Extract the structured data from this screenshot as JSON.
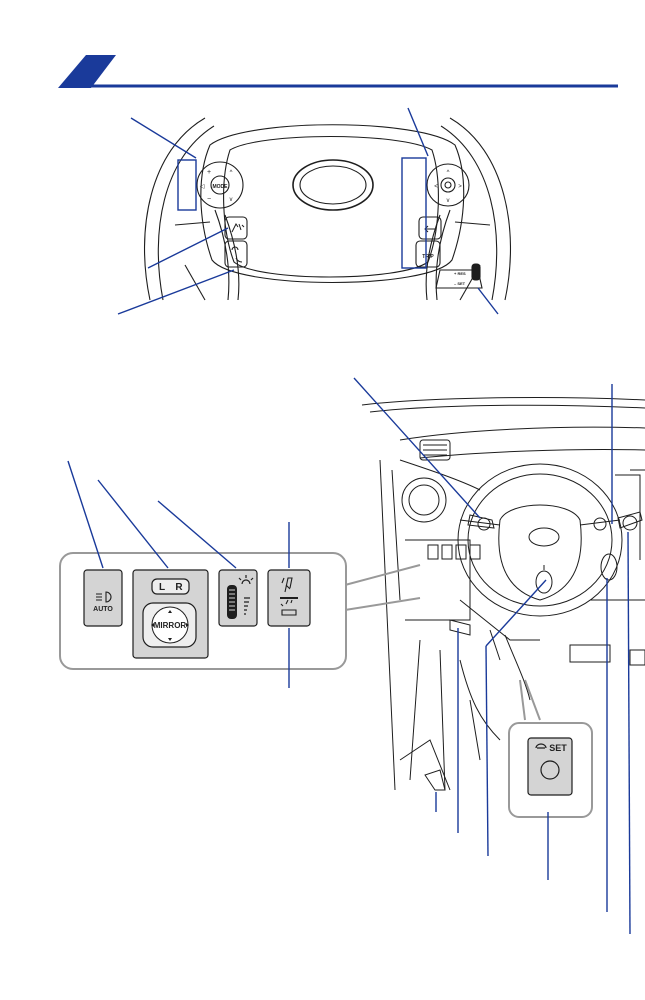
{
  "colors": {
    "accent_blue": "#1a3a9a",
    "line": "#1e1e1e",
    "panel_fill": "#e6e6e6",
    "panel_stroke": "#999999",
    "button_fill": "#d4d4d4"
  },
  "icons": [
    "headlight-auto-icon",
    "mirror-select-icon",
    "mirror-adjust-icon",
    "instrument-dimmer-icon",
    "vsc-off-icon",
    "ev-mode-icon",
    "parking-brake-set-icon",
    "steering-mode-icon",
    "steering-enter-icon",
    "voice-command-icon",
    "phone-icon",
    "back-icon",
    "trip-icon",
    "cruise-lever-icon"
  ],
  "steering_switches": {
    "mode_label": "MODE",
    "trip_label": "TRIP",
    "res_label": "+ RES",
    "set_label": "– SET"
  },
  "lower_panel": {
    "auto_label": "AUTO",
    "mirror_lr_left": "L",
    "mirror_lr_right": "R",
    "mirror_label": "MIRROR"
  },
  "parking_brake": {
    "set_label": "SET"
  }
}
